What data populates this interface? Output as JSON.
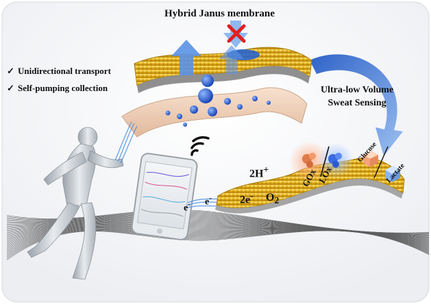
{
  "title": "Hybrid Janus membrane",
  "bullets": [
    {
      "mark": "✓",
      "text": "Unidirectional transport"
    },
    {
      "mark": "✓",
      "text": "Self-pumping collection"
    }
  ],
  "sensing_label": [
    "Ultra-low Volume",
    "Sweat Sensing"
  ],
  "reaction": {
    "h2_base": "2H",
    "h2_sup": "+",
    "e2_base": "2e",
    "e2_sup": "-",
    "o2_base": "O",
    "o2_sub": "2",
    "electron_a_base": "e",
    "electron_a_sup": "-",
    "electron_b_base": "e",
    "electron_b_sup": "-"
  },
  "enzymes": {
    "left": "GOx",
    "right": "LOx"
  },
  "analytes": {
    "left": "Glucose",
    "right": "Lactate"
  },
  "colors": {
    "membrane_gold": "#e4b21a",
    "membrane_gray": "#9c9c9c",
    "arrow_blue": "#4a80d6",
    "droplet_blue": "#1f5fd8",
    "skin": "#efd2bc",
    "forbidden_red": "#e02020"
  },
  "icons": [
    "cross-icon",
    "wifi-icon",
    "smartphone-icon",
    "runner-figure",
    "checkmark-icon"
  ]
}
